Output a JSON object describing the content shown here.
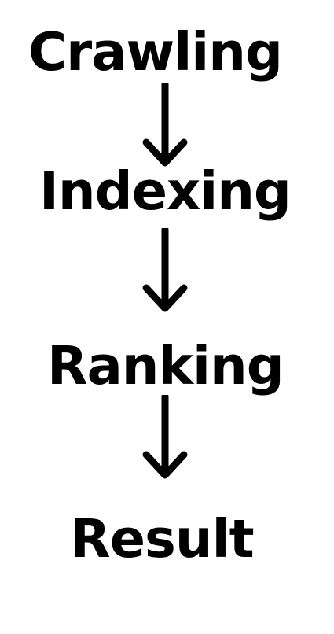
{
  "flow": {
    "steps": [
      {
        "label": "Crawling"
      },
      {
        "label": "Indexing"
      },
      {
        "label": "Ranking"
      },
      {
        "label": "Result"
      }
    ],
    "connector_icon": "arrow-down-icon",
    "colors": {
      "text": "#000000",
      "arrow": "#000000",
      "background": "#ffffff"
    }
  }
}
